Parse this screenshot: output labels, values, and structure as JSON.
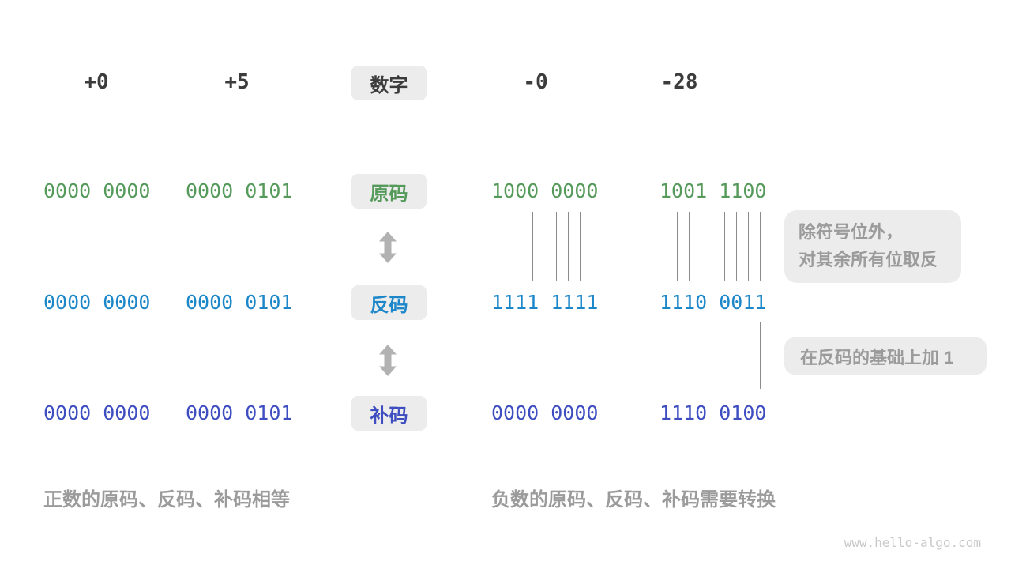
{
  "figure": {
    "title_context": "原码、反码与补码之间的转换示意图",
    "watermark": "www.hello-algo.com"
  },
  "header": {
    "label": "数字",
    "numbers": [
      "+0",
      "+5",
      "-0",
      "-28"
    ]
  },
  "rows": [
    {
      "label": "原码",
      "values": [
        "0000 0000",
        "0000 0101",
        "1000 0000",
        "1001 1100"
      ]
    },
    {
      "label": "反码",
      "values": [
        "0000 0000",
        "0000 0101",
        "1111 1111",
        "1110 0011"
      ]
    },
    {
      "label": "补码",
      "values": [
        "0000 0000",
        "0000 0101",
        "0000 0000",
        "1110 0100"
      ]
    }
  ],
  "annotations": {
    "invert_note_line1": "除符号位外，",
    "invert_note_line2": "对其余所有位取反",
    "add_one_note": "在反码的基础上加 1"
  },
  "captions": {
    "positive": "正数的原码、反码、补码相等",
    "negative": "负数的原码、反码、补码需要转换"
  },
  "icons": {
    "transform_arrow": "updown-double-arrow"
  },
  "colors": {
    "sign_magnitude_green": "#559a5a",
    "ones_complement_blue": "#1b86c8",
    "twos_complement_indigo": "#3e4ec1",
    "header_dark": "#3c3c3c",
    "annotation_gray": "#9b9b9b",
    "box_background": "#ececec"
  }
}
